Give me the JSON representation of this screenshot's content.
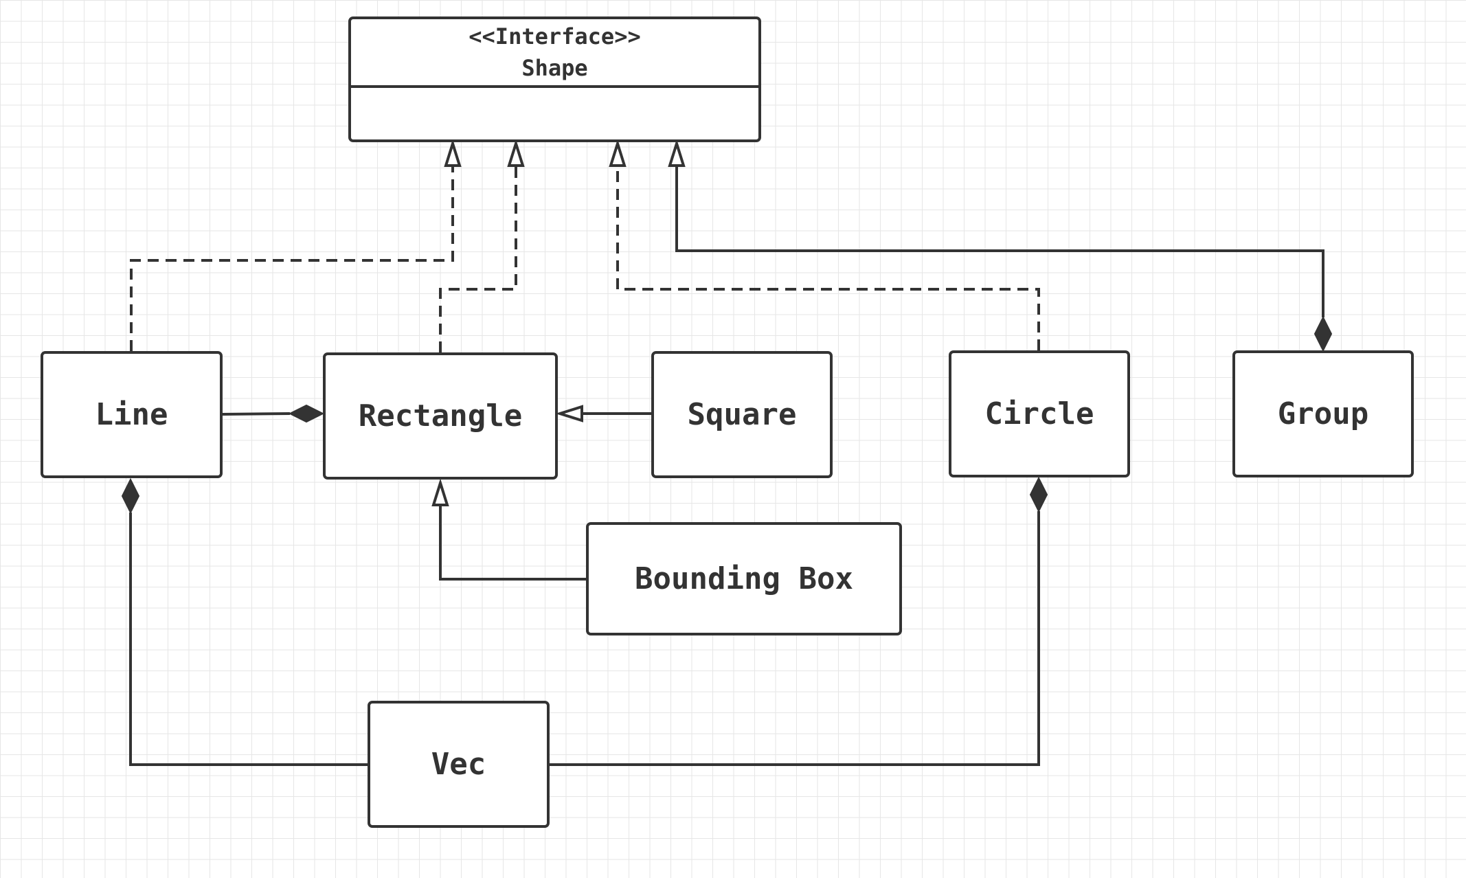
{
  "interface": {
    "stereotype": "<<Interface>>",
    "name": "Shape"
  },
  "classes": {
    "line": "Line",
    "rectangle": "Rectangle",
    "square": "Square",
    "circle": "Circle",
    "group": "Group",
    "bounding_box": "Bounding Box",
    "vec": "Vec"
  },
  "relationships": [
    {
      "from": "Line",
      "to": "Shape",
      "type": "realization"
    },
    {
      "from": "Rectangle",
      "to": "Shape",
      "type": "realization"
    },
    {
      "from": "Circle",
      "to": "Shape",
      "type": "realization"
    },
    {
      "from": "Group",
      "to": "Shape",
      "type": "generalization"
    },
    {
      "from": "Square",
      "to": "Rectangle",
      "type": "generalization"
    },
    {
      "from": "Bounding Box",
      "to": "Rectangle",
      "type": "generalization"
    },
    {
      "from": "Line",
      "to": "Rectangle",
      "type": "composition"
    },
    {
      "from": "Vec",
      "to": "Line",
      "type": "composition"
    },
    {
      "from": "Vec",
      "to": "Circle",
      "type": "composition"
    }
  ],
  "colors": {
    "stroke": "#333333",
    "background": "#ffffff",
    "grid": "#e6e6e6"
  }
}
